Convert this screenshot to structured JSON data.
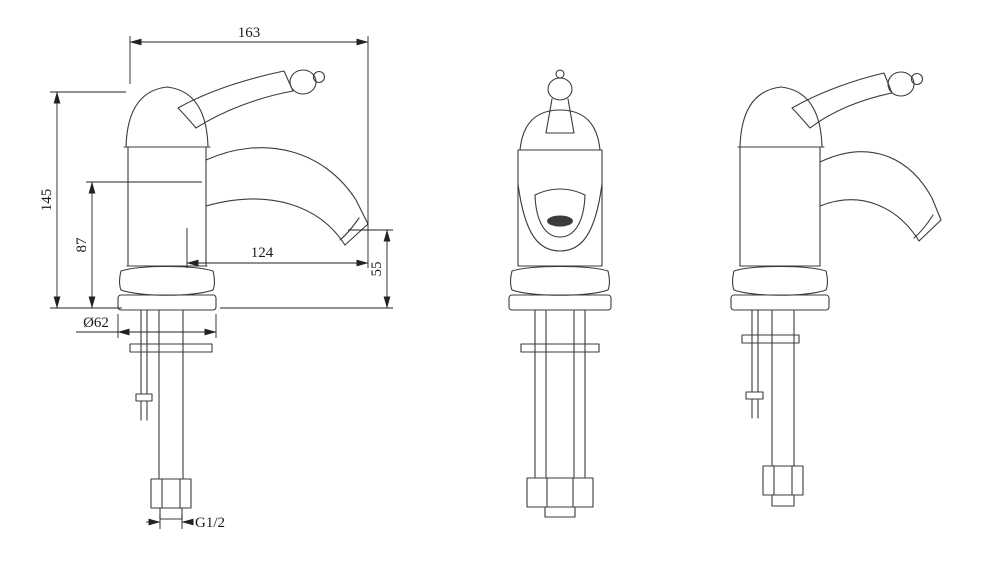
{
  "drawing": {
    "colors": {
      "background": "#ffffff",
      "object_stroke": "#3b3b3b",
      "dimension_stroke": "#222222"
    },
    "dims": {
      "overall_length": "163",
      "overall_height": "145",
      "deck_to_spout_underside": "87",
      "spout_reach": "124",
      "spout_outlet_height": "55",
      "base_diameter": "Ø62",
      "thread": "G1/2"
    }
  }
}
